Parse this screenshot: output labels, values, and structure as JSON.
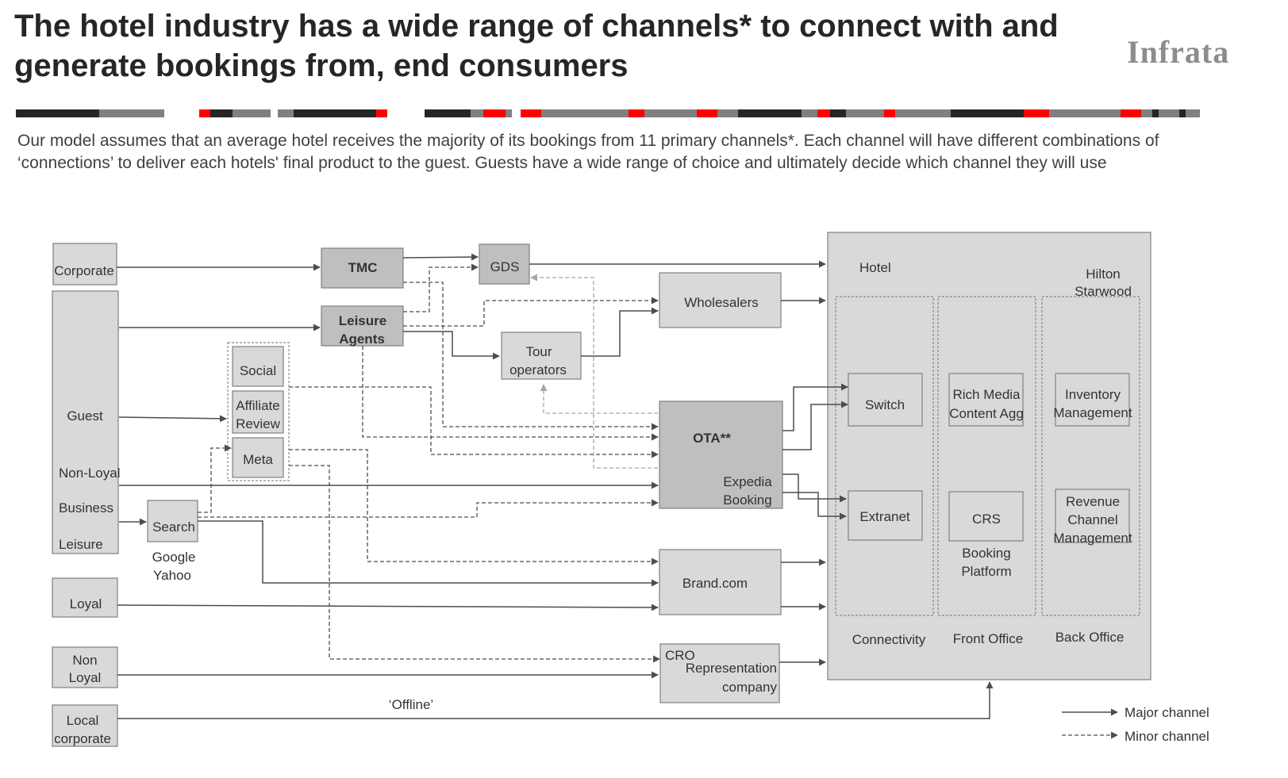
{
  "title": "The hotel industry has a wide range of channels* to connect with and generate bookings from, end consumers",
  "logo": "Infrata",
  "intro": "Our model assumes that an average hotel receives the majority of its bookings from 11 primary channels*. Each channel will have different combinations of ‘connections’ to deliver each hotels' final product to the guest. Guests have a wide range of choice and ultimately decide which channel they will use",
  "colors": {
    "accent": "#ff0000",
    "dark": "#262626",
    "mid": "#808080"
  },
  "sources": {
    "corporate": "Corporate",
    "guest": "Guest",
    "non_loyal": "Non-Loyal",
    "business": "Business",
    "leisure": "Leisure",
    "loyal": "Loyal",
    "non_loyal_2a": "Non",
    "non_loyal_2b": "Loyal",
    "local_corporate_a": "Local",
    "local_corporate_b": "corporate"
  },
  "intermediaries": {
    "tmc": "TMC",
    "gds": "GDS",
    "leisure_agents_a": "Leisure",
    "leisure_agents_b": "Agents",
    "wholesalers": "Wholesalers",
    "tour_operators_a": "Tour",
    "tour_operators_b": "operators",
    "social": "Social",
    "affiliate_review_a": "Affiliate",
    "affiliate_review_b": "Review",
    "meta": "Meta",
    "search": "Search",
    "search_ex_a": "Google",
    "search_ex_b": "Yahoo",
    "ota": "OTA**",
    "ota_ex_a": "Expedia",
    "ota_ex_b": "Booking",
    "brand_com": "Brand.com",
    "cro": "CRO",
    "cro_rep_a": "Representation",
    "cro_rep_b": "company",
    "offline": "‘Offline’"
  },
  "hotel": {
    "label": "Hotel",
    "chains_a": "Hilton",
    "chains_b": "Starwood",
    "switch": "Switch",
    "extranet": "Extranet",
    "rich_media_a": "Rich Media",
    "rich_media_b": "Content Agg",
    "crs": "CRS",
    "booking_platform_a": "Booking",
    "booking_platform_b": "Platform",
    "inventory_a": "Inventory",
    "inventory_b": "Management",
    "revenue_a": "Revenue",
    "revenue_b": "Channel",
    "revenue_c": "Management",
    "connectivity": "Connectivity",
    "front_office": "Front Office",
    "back_office": "Back Office"
  },
  "legend": {
    "major": "Major channel",
    "minor": "Minor channel"
  }
}
